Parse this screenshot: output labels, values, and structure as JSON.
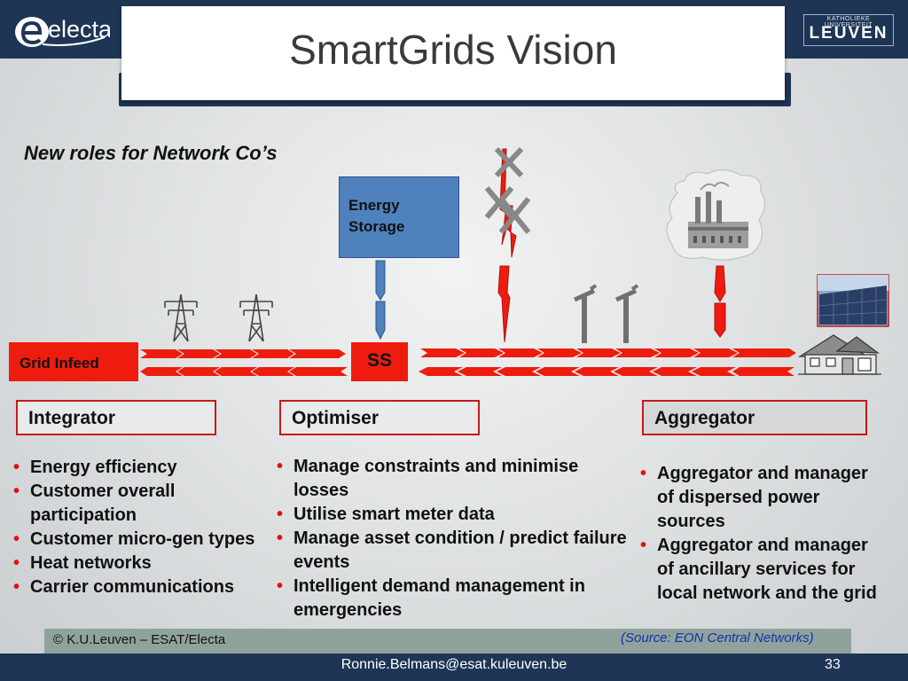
{
  "title": "SmartGrids Vision",
  "subtitle": "New roles for Network Co’s",
  "logos": {
    "electa": "electa",
    "leuven_small": "KATHOLIEKE UNIVERSITEIT",
    "leuven_big": "LEUVEN"
  },
  "diagram": {
    "energy_storage": [
      "Energy",
      "Storage"
    ],
    "grid_infeed": "Grid Infeed",
    "substation": "SS",
    "icons": [
      "pylon-icon",
      "pylon-icon",
      "distribution-pole-icon",
      "distribution-pole-icon",
      "power-plant-icon",
      "solar-panel-icon",
      "house-icon",
      "lightning-bolt-icon"
    ],
    "colors": {
      "flow": "#ee1c0e",
      "storage": "#4f81bd",
      "role_border": "#c41a1a"
    }
  },
  "roles": [
    {
      "name": "Integrator",
      "items": [
        "Energy efficiency",
        "Customer overall participation",
        "Customer micro-gen types",
        "Heat networks",
        "Carrier communications"
      ]
    },
    {
      "name": "Optimiser",
      "items": [
        "Manage constraints and minimise losses",
        "Utilise smart meter data",
        "Manage asset condition / predict failure events",
        "Intelligent demand management in emergencies"
      ]
    },
    {
      "name": "Aggregator",
      "items": [
        "Aggregator and manager of dispersed power sources",
        "Aggregator and manager of ancillary services for local network and the grid"
      ]
    }
  ],
  "footer": {
    "copyright": "© K.U.Leuven – ESAT/Electa",
    "source": "(Source: EON Central Networks)",
    "email": "Ronnie.Belmans@esat.kuleuven.be",
    "page": "33"
  }
}
